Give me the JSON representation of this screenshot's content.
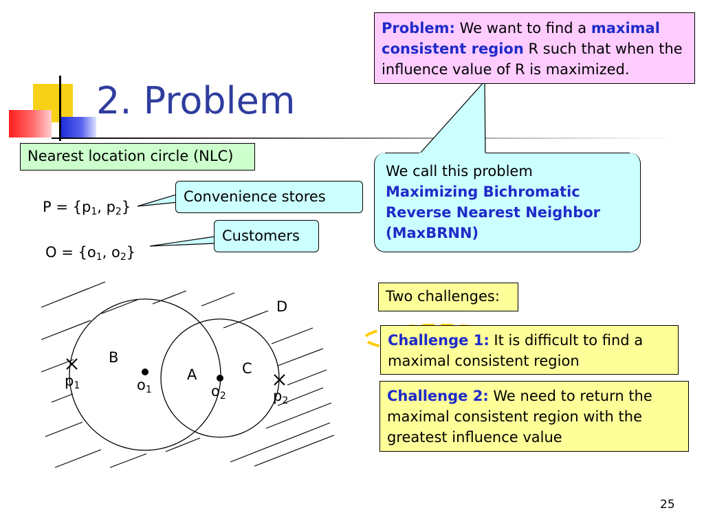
{
  "title": "2. Problem",
  "problem_box": {
    "label": "Problem:",
    "text1": " We want to find a ",
    "highlight": "maximal consistent region",
    "text2": " R such that when the influence value of R is maximized."
  },
  "maxbrnn_callout": {
    "line1": "We call this problem",
    "highlight": "Maximizing Bichromatic Reverse Nearest Neighbor (MaxBRNN)"
  },
  "nlc_label": "Nearest location circle (NLC)",
  "p_set": {
    "text": "P = {p",
    "sub1": "1",
    "mid": ", p",
    "sub2": "2",
    "end": "}"
  },
  "o_set": {
    "text": "O = {o",
    "sub1": "1",
    "mid": ", o",
    "sub2": "2",
    "end": "}"
  },
  "convenience_callout": "Convenience stores",
  "customers_callout": "Customers",
  "two_challenges": "Two challenges:",
  "challenge1": {
    "label": "Challenge 1:",
    "text": " It is difficult to find a maximal consistent region"
  },
  "challenge2": {
    "label": "Challenge 2:",
    "text": " We need to return the maximal consistent region with the greatest influence value"
  },
  "diagram": {
    "region_labels": [
      "A",
      "B",
      "C",
      "D"
    ],
    "points": [
      {
        "base": "p",
        "sub": "1"
      },
      {
        "base": "o",
        "sub": "1"
      },
      {
        "base": "o",
        "sub": "2"
      },
      {
        "base": "p",
        "sub": "2"
      }
    ]
  },
  "page_number": "25",
  "colors": {
    "title": "#2f3d9e",
    "emphasis": "#1f2ac8",
    "pink": "#ffccff",
    "yellow": "#ffff99",
    "callout": "#ccffff",
    "nlc": "#ccffcc",
    "dashed": "#ffcc00"
  }
}
